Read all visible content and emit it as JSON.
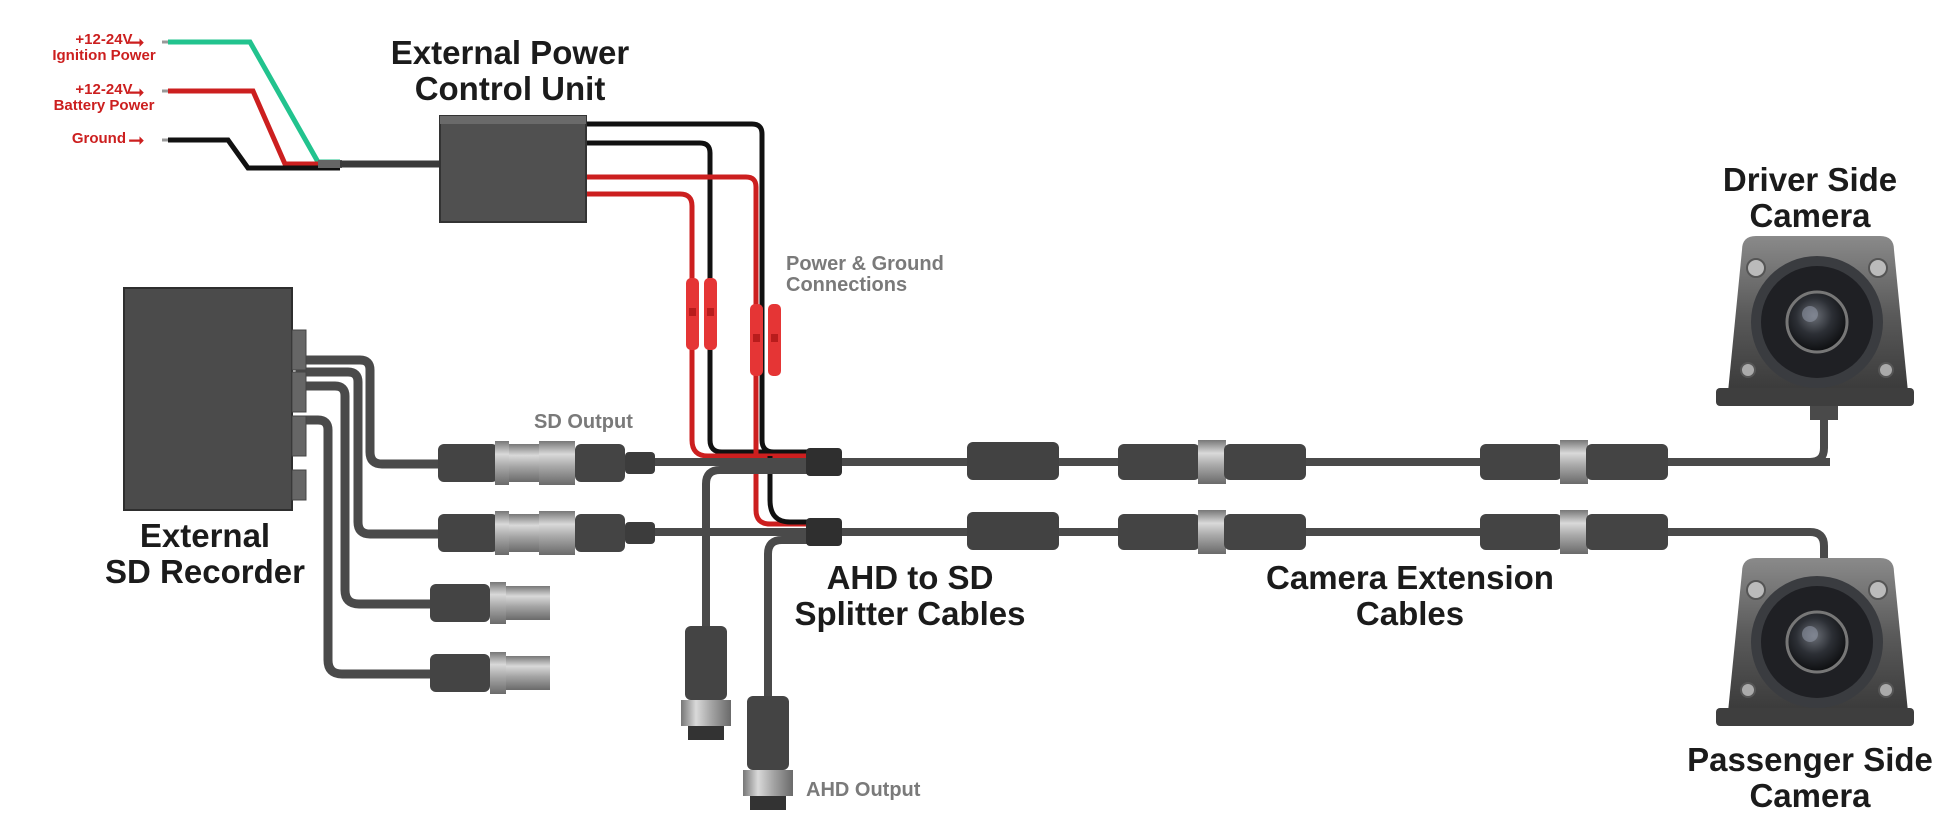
{
  "power_inputs": {
    "ignition": {
      "voltage": "+12-24V",
      "label": "Ignition Power"
    },
    "battery": {
      "voltage": "+12-24V",
      "label": "Battery Power"
    },
    "ground": {
      "label": "Ground"
    }
  },
  "components": {
    "power_unit": {
      "line1": "External Power",
      "line2": "Control Unit"
    },
    "sd_recorder": {
      "line1": "External",
      "line2": "SD Recorder"
    },
    "splitter": {
      "line1": "AHD to SD",
      "line2": "Splitter Cables"
    },
    "extension": {
      "line1": "Camera Extension",
      "line2": "Cables"
    },
    "driver_camera": {
      "line1": "Driver Side",
      "line2": "Camera"
    },
    "passenger_camera": {
      "line1": "Passenger Side",
      "line2": "Camera"
    }
  },
  "annotations": {
    "power_ground": {
      "line1": "Power & Ground",
      "line2": "Connections"
    },
    "sd_output": "SD Output",
    "ahd_output": "AHD Output"
  },
  "colors": {
    "ignition_wire": "#22c38e",
    "battery_wire": "#cc1f1f",
    "ground_wire": "#111111",
    "cable": "#4a4a4a",
    "device": "#4d4d4d",
    "label_red": "#cc1f1f"
  }
}
